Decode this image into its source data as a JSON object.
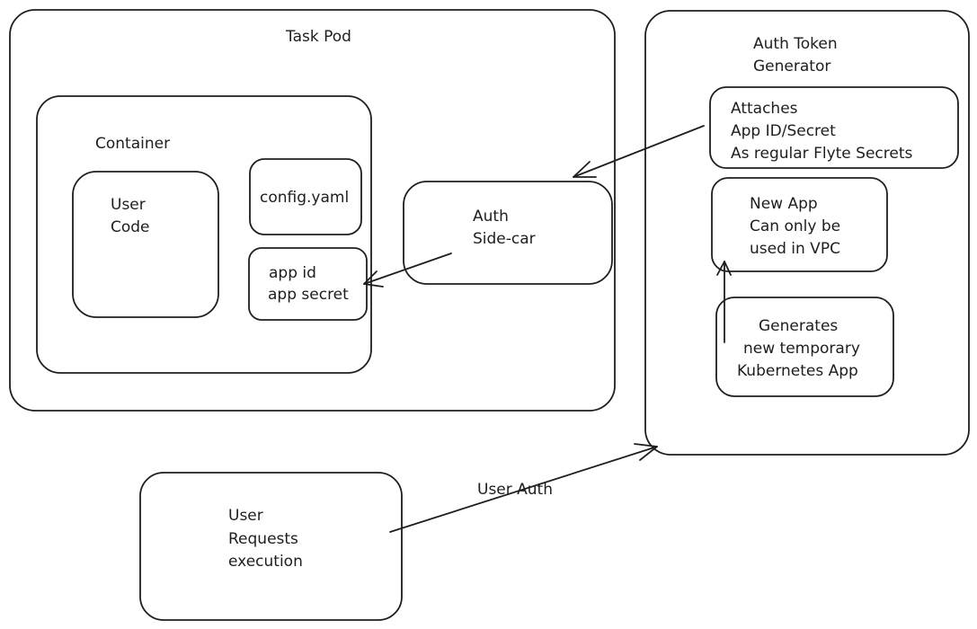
{
  "diagram": {
    "task_pod": {
      "label": "Task Pod"
    },
    "container": {
      "label": "Container"
    },
    "user_code": {
      "line1": "User",
      "line2": "Code"
    },
    "config_file": {
      "label": "config.yaml"
    },
    "app_credentials": {
      "line1": "app id",
      "line2": "app secret"
    },
    "auth_sidecar": {
      "line1": "Auth",
      "line2": "Side-car"
    },
    "auth_token_generator": {
      "line1": "Auth Token",
      "line2": "Generator"
    },
    "attaches_box": {
      "line1": "Attaches",
      "line2": "App ID/Secret",
      "line3": "As regular Flyte Secrets"
    },
    "new_app_box": {
      "line1": "New App",
      "line2": "Can only be",
      "line3": "used in VPC"
    },
    "generates_box": {
      "line1": "Generates",
      "line2": "new temporary",
      "line3": "Kubernetes App"
    },
    "user_request": {
      "line1": "User",
      "line2": "Requests",
      "line3": "execution"
    },
    "edges": {
      "user_auth_label": "User Auth"
    }
  }
}
